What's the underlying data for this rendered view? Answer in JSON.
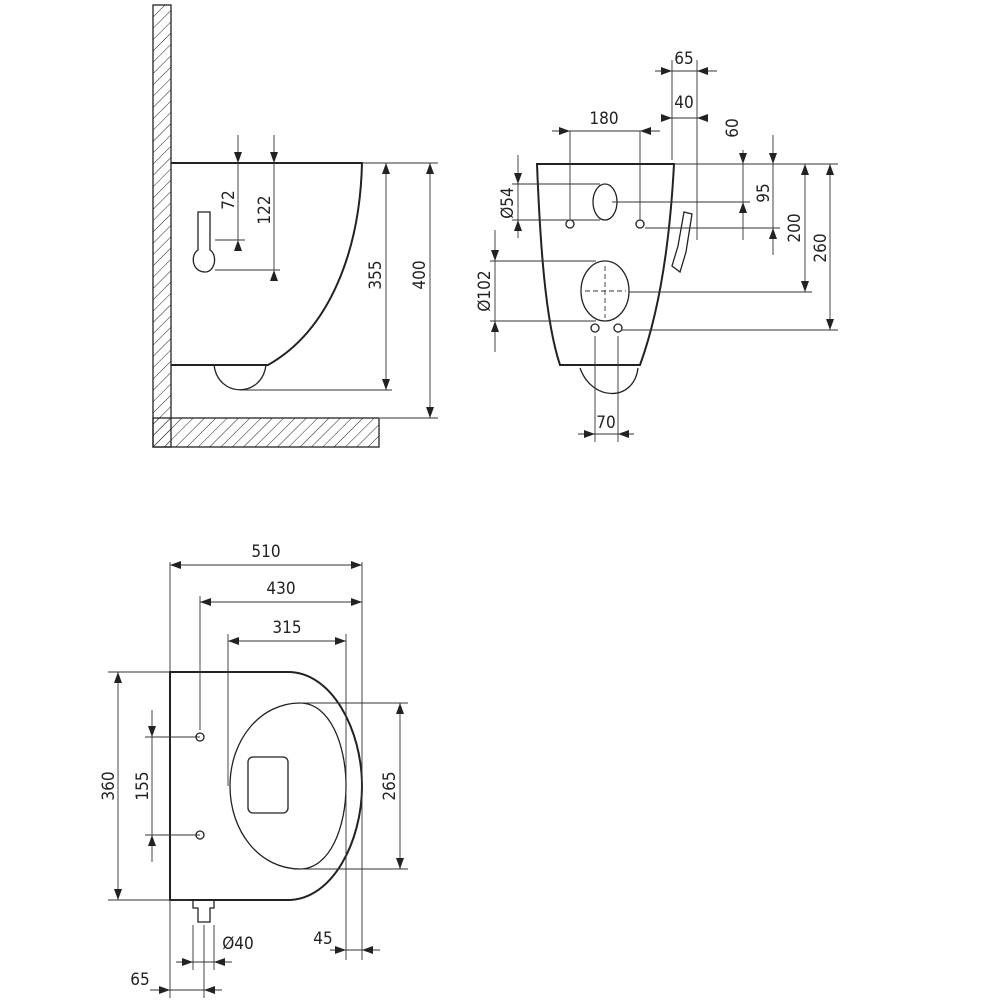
{
  "side_view": {
    "dims": {
      "d72": "72",
      "d122": "122",
      "d355": "355",
      "d400": "400"
    }
  },
  "rear_view": {
    "dims": {
      "d65": "65",
      "d40": "40",
      "d180": "180",
      "d60": "60",
      "d95": "95",
      "d200": "200",
      "d260": "260",
      "dia54": "Ø54",
      "dia102": "Ø102",
      "d70": "70"
    }
  },
  "top_view": {
    "dims": {
      "d510": "510",
      "d430": "430",
      "d315": "315",
      "d360": "360",
      "d155": "155",
      "d265": "265",
      "dia40": "Ø40",
      "d45": "45",
      "d65": "65"
    }
  }
}
